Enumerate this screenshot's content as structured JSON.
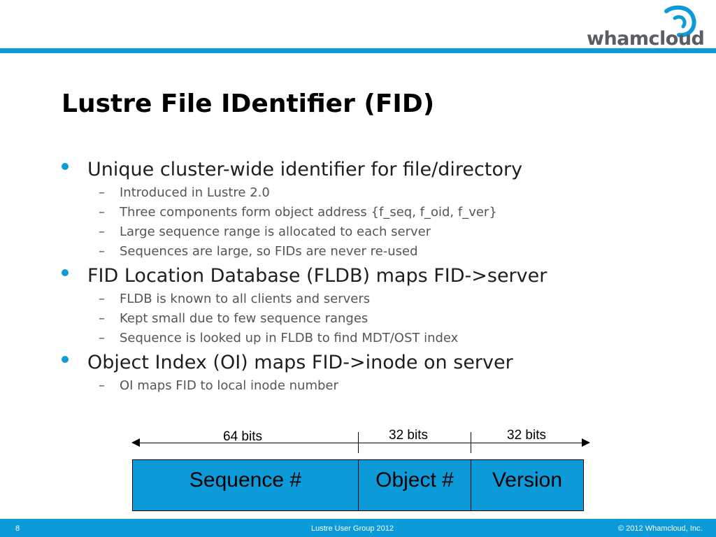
{
  "header": {
    "logo": {
      "text": "whamcloud",
      "icon": "swirl-logo-icon",
      "color": "#5a5e62"
    },
    "accent_color": "#0d9ad8"
  },
  "slide": {
    "title": "Lustre File IDentifier (FID)",
    "bullets": [
      {
        "text": "Unique cluster-wide identifier for file/directory",
        "subs": [
          "Introduced in Lustre 2.0",
          "Three components form object address {f_seq, f_oid, f_ver}",
          "Large sequence range is allocated to each server",
          "Sequences are large, so FIDs are never re-used"
        ]
      },
      {
        "text": "FID Location Database (FLDB) maps FID->server",
        "subs": [
          "FLDB is known to all clients and servers",
          "Kept small due to few sequence ranges",
          "Sequence is looked up in FLDB to find MDT/OST index"
        ]
      },
      {
        "text": "Object Index (OI) maps FID->inode on server",
        "subs": [
          "OI maps FID to local inode number"
        ]
      }
    ]
  },
  "diagram": {
    "fields": [
      {
        "label": "Sequence #",
        "bits": "64 bits"
      },
      {
        "label": "Object #",
        "bits": "32 bits"
      },
      {
        "label": "Version",
        "bits": "32 bits"
      }
    ]
  },
  "footer": {
    "page": "8",
    "event": "Lustre User Group 2012",
    "copyright": "© 2012  Whamcloud, Inc."
  }
}
